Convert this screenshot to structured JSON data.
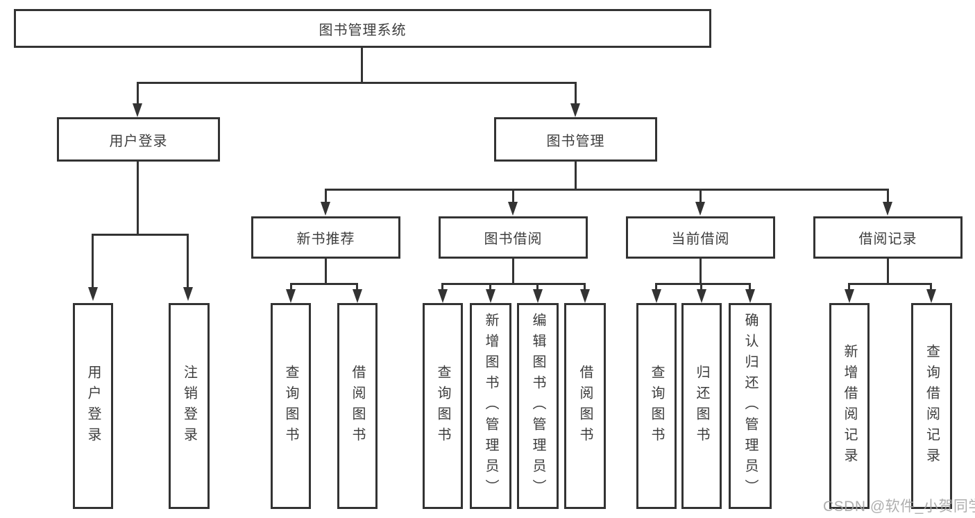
{
  "colors": {
    "line": "#333333",
    "text": "#3d3d3d",
    "background": "#ffffff",
    "watermark": "#a6a6a6"
  },
  "diagram": {
    "title": "图书管理系统",
    "level2": {
      "user_login": "用户登录",
      "book_mgmt": "图书管理"
    },
    "level3": {
      "new_book": "新书推荐",
      "book_borrow": "图书借阅",
      "current_borrow": "当前借阅",
      "borrow_record": "借阅记录"
    },
    "leaves": {
      "user_login": [
        "用户登录",
        "注销登录"
      ],
      "new_book": [
        "查询图书",
        "借阅图书"
      ],
      "book_borrow": [
        "查询图书",
        "新增图书（管理员）",
        "编辑图书（管理员）",
        "借阅图书"
      ],
      "current_borrow": [
        "查询图书",
        "归还图书",
        "确认归还（管理员）"
      ],
      "borrow_record": [
        "新增借阅记录",
        "查询借阅记录"
      ]
    }
  },
  "watermark": "CSDN @软件_小贺同学"
}
